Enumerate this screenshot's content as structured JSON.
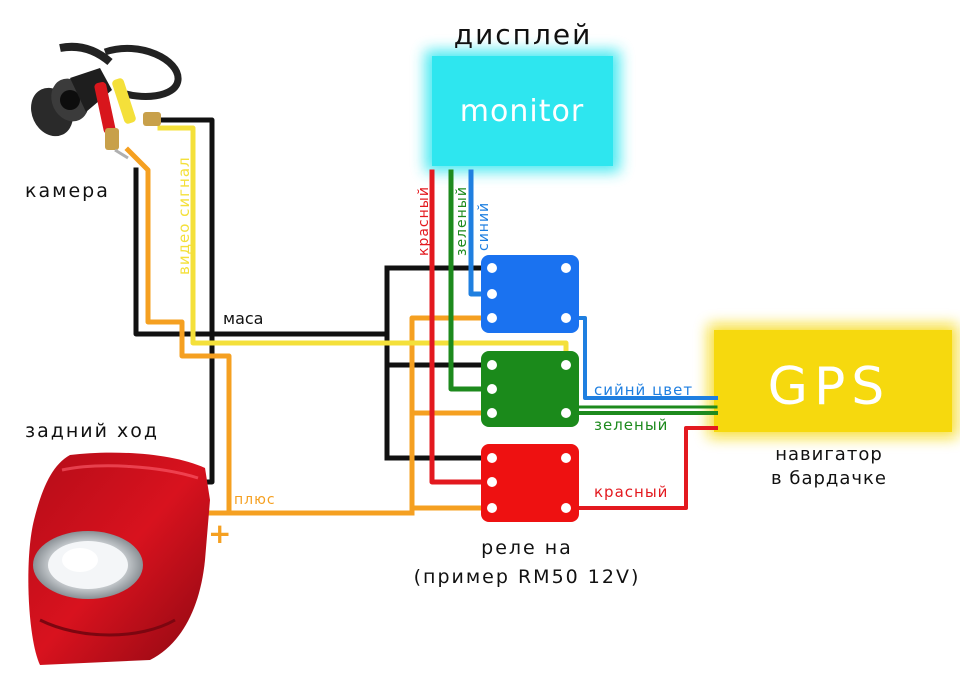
{
  "labels": {
    "display": "дисплей",
    "monitor": "monitor",
    "camera": "камера",
    "video_signal": "видео сигнал",
    "ground": "маса",
    "reverse": "задний ход",
    "plus": "плюс",
    "plus_sign": "+",
    "red_vertical": "красный",
    "green_vertical": "зеленый",
    "blue_vertical": "синий",
    "blue_color": "сийнй цвет",
    "green_h": "зеленый",
    "red_h": "красный",
    "gps": "GPS",
    "navigator_line1": "навигатор",
    "navigator_line2": "в бардачке",
    "relay_line1": "реле на",
    "relay_line2": "(пример RM50 12V)"
  },
  "colors": {
    "black": "#111111",
    "orange": "#f5a021",
    "yellow": "#f4e03a",
    "red": "#e3191f",
    "green": "#1d8a1d",
    "blue": "#1f7fe0",
    "monitor_bg": "#2ee6ef",
    "gps_bg": "#f6d90e",
    "relay_blue": "#1a72f0",
    "relay_green": "#1b8a1b",
    "relay_red": "#ee1111"
  }
}
